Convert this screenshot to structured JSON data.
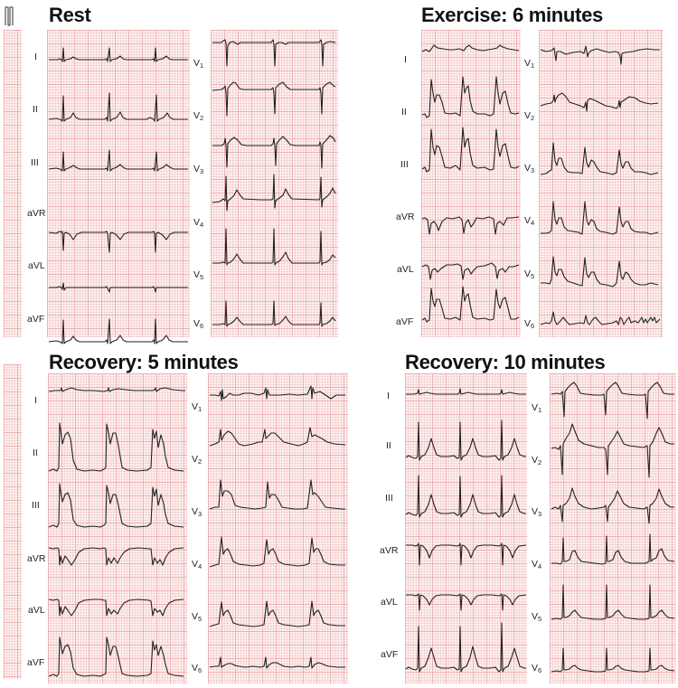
{
  "figure": {
    "panels": [
      {
        "id": "rest",
        "title": "Rest",
        "limb_leads": [
          "I",
          "II",
          "III",
          "aVR",
          "aVL",
          "aVF"
        ],
        "precordial_leads": [
          "V1",
          "V2",
          "V3",
          "V4",
          "V5",
          "V6"
        ],
        "has_calibration_pulses": true
      },
      {
        "id": "exercise-6",
        "title": "Exercise: 6 minutes",
        "limb_leads": [
          "I",
          "II",
          "III",
          "aVR",
          "aVL",
          "aVF"
        ],
        "precordial_leads": [
          "V1",
          "V2",
          "V3",
          "V4",
          "V5",
          "V6"
        ],
        "has_calibration_pulses": false
      },
      {
        "id": "recovery-5",
        "title": "Recovery: 5 minutes",
        "limb_leads": [
          "I",
          "II",
          "III",
          "aVR",
          "aVL",
          "aVF"
        ],
        "precordial_leads": [
          "V1",
          "V2",
          "V3",
          "V4",
          "V5",
          "V6"
        ],
        "has_calibration_pulses": true
      },
      {
        "id": "recovery-10",
        "title": "Recovery: 10 minutes",
        "limb_leads": [
          "I",
          "II",
          "III",
          "aVR",
          "aVL",
          "aVF"
        ],
        "precordial_leads": [
          "V1",
          "V2",
          "V3",
          "V4",
          "V5",
          "V6"
        ],
        "has_calibration_pulses": false
      }
    ],
    "lead_subscripts": [
      "1",
      "2",
      "3",
      "4",
      "5",
      "6"
    ],
    "colors": {
      "grid_background": "#fdf1f1",
      "grid_major": "#e69696",
      "grid_minor": "#f0bebe",
      "trace": "#222222",
      "title": "#111111"
    }
  }
}
